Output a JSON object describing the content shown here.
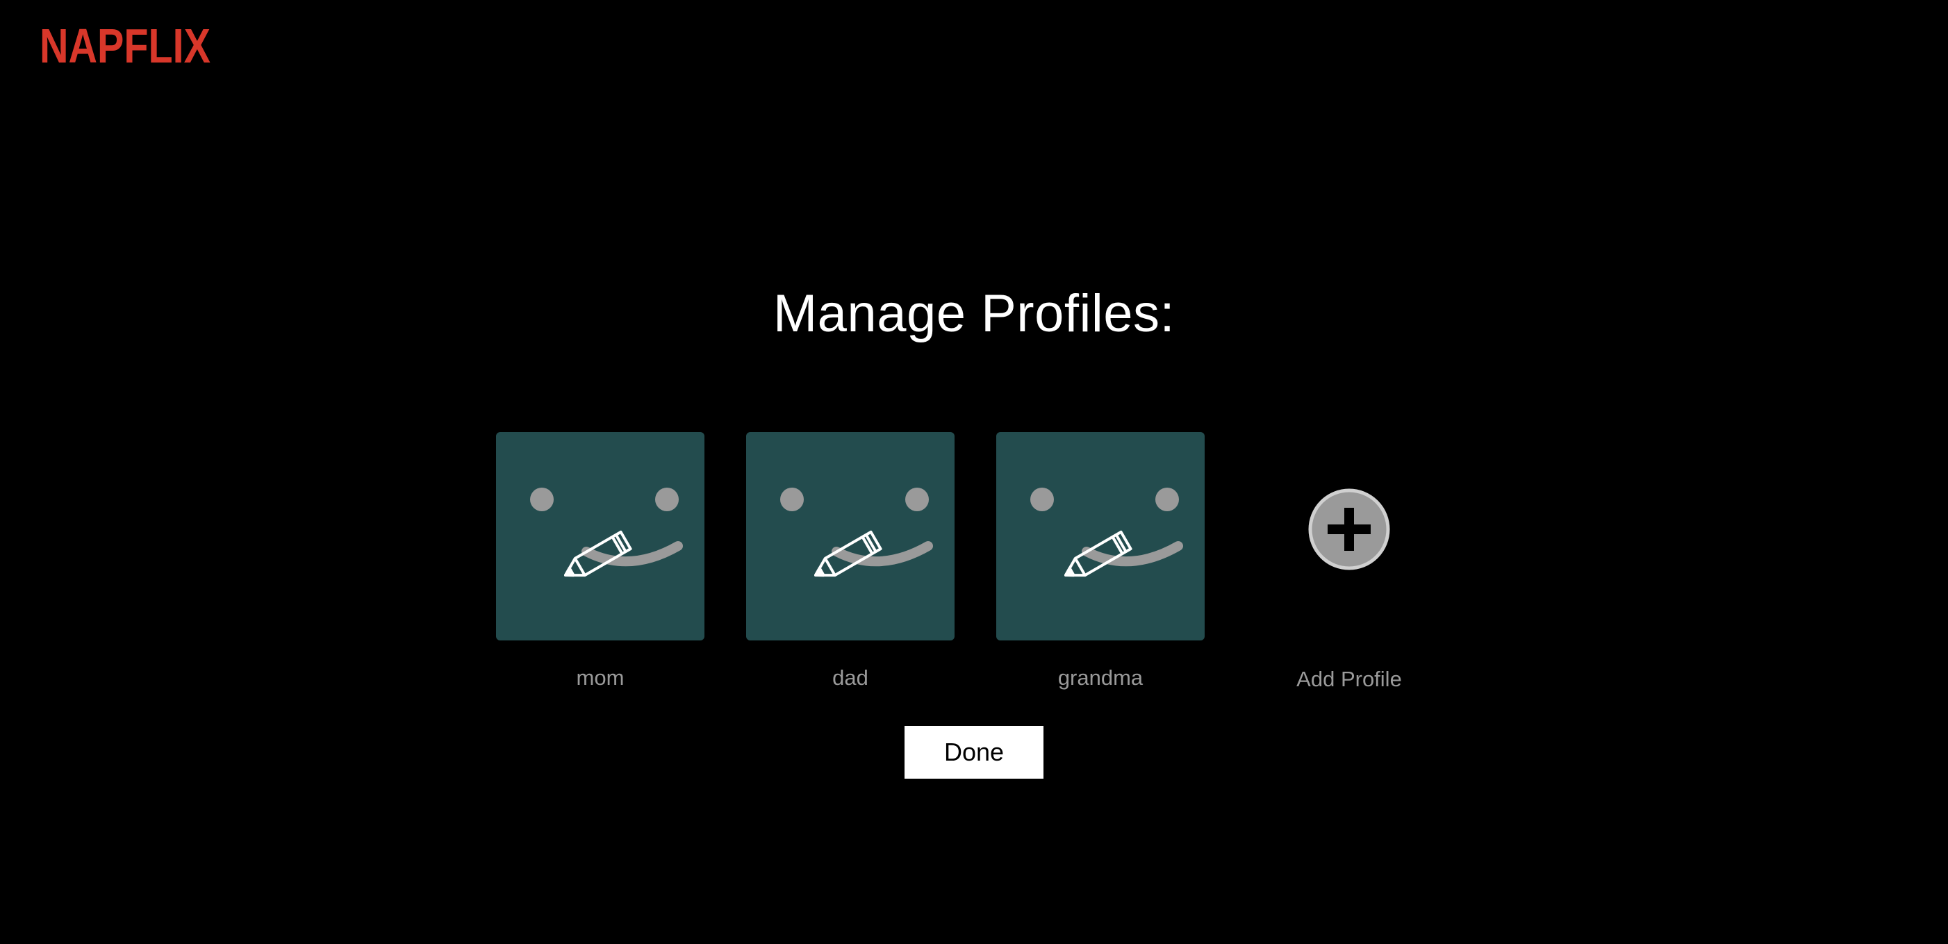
{
  "brand": {
    "logo_text": "NAPFLIX",
    "color": "#d8372a"
  },
  "heading": {
    "title": "Manage Profiles:"
  },
  "profiles": [
    {
      "name": "mom",
      "icon": "smiley-face-icon",
      "edit_icon": "pencil-icon"
    },
    {
      "name": "dad",
      "icon": "smiley-face-icon",
      "edit_icon": "pencil-icon"
    },
    {
      "name": "grandma",
      "icon": "smiley-face-icon",
      "edit_icon": "pencil-icon"
    }
  ],
  "add_profile": {
    "label": "Add Profile",
    "icon": "plus-circle-icon"
  },
  "actions": {
    "done_label": "Done"
  },
  "colors": {
    "background": "#000000",
    "avatar_bg": "#234c4e",
    "face_features": "#9a9a9a",
    "label_text": "#9a9a9a",
    "button_bg": "#ffffff"
  }
}
